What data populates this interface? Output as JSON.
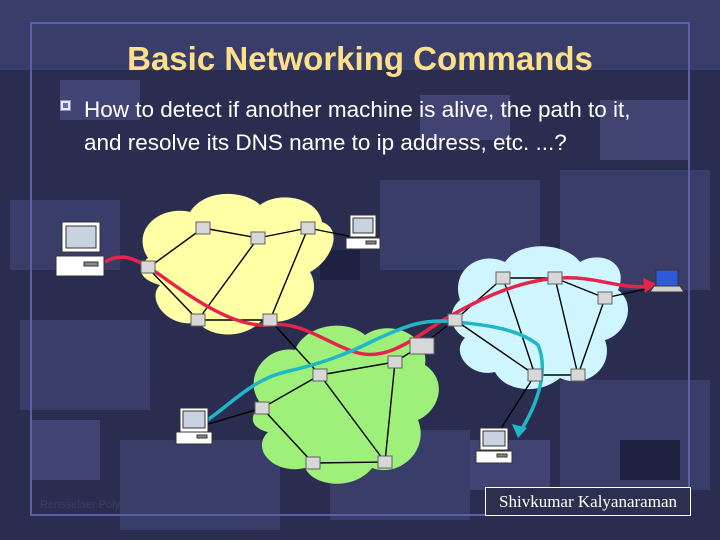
{
  "slide": {
    "title": "Basic Networking Commands",
    "bullet": "How to detect if another machine is alive, the path to it, and resolve its DNS name to ip address, etc. ...?",
    "footer_left": "Rensselaer Polytechnic Institute",
    "footer_right": "Shivkumar Kalyanaraman"
  },
  "colors": {
    "title": "#ffe08a",
    "cloud_yellow": "#ffffa6",
    "cloud_green": "#9ef07a",
    "cloud_blue": "#cff6ff",
    "path_red": "#e8234a",
    "path_cyan": "#20b7c6"
  }
}
